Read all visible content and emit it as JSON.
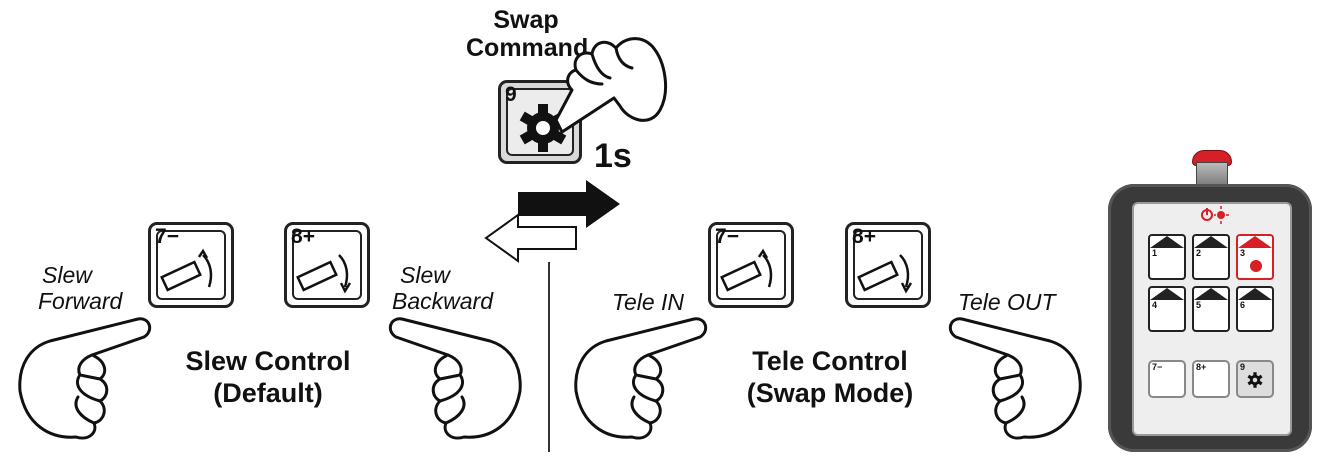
{
  "swap": {
    "title_line1": "Swap",
    "title_line2": "Command",
    "key_number": "9",
    "hold_time": "1s"
  },
  "keys": {
    "minus": {
      "number": "7",
      "sign": "−"
    },
    "plus": {
      "number": "8",
      "sign": "+"
    }
  },
  "slew": {
    "forward_line1": "Slew",
    "forward_line2": "Forward",
    "backward_line1": "Slew",
    "backward_line2": "Backward",
    "title_line1": "Slew Control",
    "title_line2": "(Default)"
  },
  "tele": {
    "in_label": "Tele IN",
    "out_label": "Tele OUT",
    "title_line1": "Tele Control",
    "title_line2": "(Swap Mode)"
  },
  "remote": {
    "buttons": [
      "1",
      "2",
      "3",
      "4",
      "5",
      "6",
      "7−",
      "8+",
      "9"
    ],
    "active_button": "3",
    "colors": {
      "body": "#3a3a3a",
      "panel": "#eeeeee",
      "estop": "#d61f26",
      "active": "#d61f26"
    },
    "icons": [
      "power-icon",
      "gear-icon"
    ]
  },
  "icons": [
    "gear-icon",
    "pointing-hand-icon",
    "arrow-right-icon",
    "arrow-left-icon",
    "boom-icon"
  ]
}
